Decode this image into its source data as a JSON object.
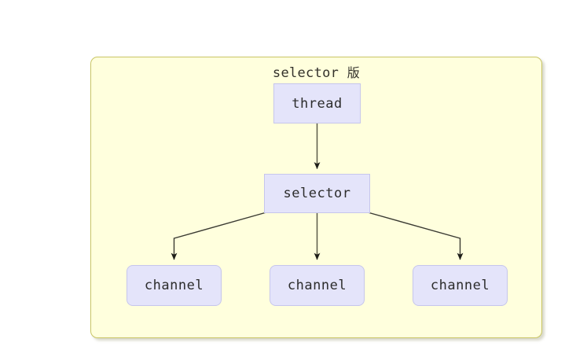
{
  "diagram": {
    "title": "selector 版",
    "title_latin": "selector",
    "title_cjk": "版",
    "background_color": "#ffffff",
    "group": {
      "name": "selector-group",
      "fill_color": "#ffffdd",
      "border_color": "#c9c565"
    },
    "node_style": {
      "fill_color": "#e4e4fa",
      "border_color": "#c6c6ec",
      "text_color": "#2c2c2c"
    },
    "edge_color": "#3a3a32",
    "nodes": [
      {
        "id": "thread",
        "label": "thread",
        "shape": "rect"
      },
      {
        "id": "selector",
        "label": "selector",
        "shape": "rect"
      },
      {
        "id": "channel1",
        "label": "channel",
        "shape": "rounded-rect"
      },
      {
        "id": "channel2",
        "label": "channel",
        "shape": "rounded-rect"
      },
      {
        "id": "channel3",
        "label": "channel",
        "shape": "rounded-rect"
      }
    ],
    "edges": [
      {
        "from": "thread",
        "to": "selector",
        "style": "straight-arrow"
      },
      {
        "from": "selector",
        "to": "channel1",
        "style": "elbow-arrow"
      },
      {
        "from": "selector",
        "to": "channel2",
        "style": "straight-arrow"
      },
      {
        "from": "selector",
        "to": "channel3",
        "style": "elbow-arrow"
      }
    ]
  }
}
